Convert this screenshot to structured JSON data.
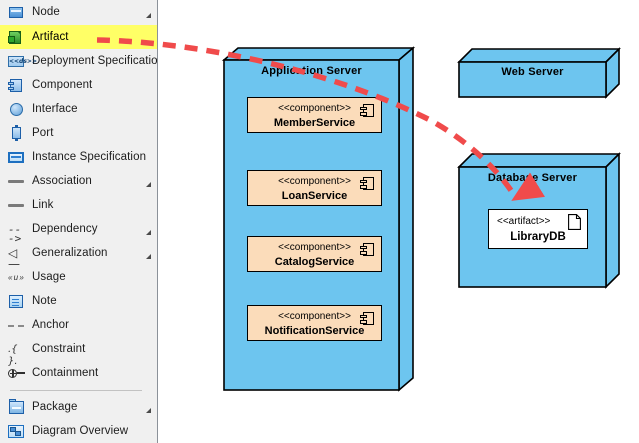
{
  "palette": {
    "items": [
      {
        "label": "Node",
        "icon": "node-icon",
        "expandable": true,
        "selected": false
      },
      {
        "label": "Artifact",
        "icon": "artifact-icon",
        "expandable": false,
        "selected": true
      },
      {
        "label": "Deployment Specification",
        "icon": "deployment-specification-icon",
        "expandable": false,
        "selected": false
      },
      {
        "label": "Component",
        "icon": "component-icon",
        "expandable": false,
        "selected": false
      },
      {
        "label": "Interface",
        "icon": "interface-icon",
        "expandable": false,
        "selected": false
      },
      {
        "label": "Port",
        "icon": "port-icon",
        "expandable": false,
        "selected": false
      },
      {
        "label": "Instance Specification",
        "icon": "instance-specification-icon",
        "expandable": false,
        "selected": false
      },
      {
        "label": "Association",
        "icon": "association-line-icon",
        "expandable": true,
        "selected": false
      },
      {
        "label": "Link",
        "icon": "link-line-icon",
        "expandable": false,
        "selected": false
      },
      {
        "label": "Dependency",
        "icon": "dependency-arrow-icon",
        "expandable": true,
        "selected": false
      },
      {
        "label": "Generalization",
        "icon": "generalization-arrow-icon",
        "expandable": true,
        "selected": false
      },
      {
        "label": "Usage",
        "icon": "usage-icon",
        "expandable": false,
        "selected": false
      },
      {
        "label": "Note",
        "icon": "note-icon",
        "expandable": false,
        "selected": false
      },
      {
        "label": "Anchor",
        "icon": "anchor-dashed-icon",
        "expandable": false,
        "selected": false
      },
      {
        "label": "Constraint",
        "icon": "constraint-icon",
        "expandable": false,
        "selected": false
      },
      {
        "label": "Containment",
        "icon": "containment-icon",
        "expandable": false,
        "selected": false
      },
      {
        "label": "Package",
        "icon": "package-icon",
        "expandable": true,
        "selected": false
      },
      {
        "label": "Diagram Overview",
        "icon": "diagram-overview-icon",
        "expandable": false,
        "selected": false
      }
    ],
    "deployment_specification_icon_text": "<<ds>>",
    "dependency_icon_text": "--->",
    "generalization_icon_text": "◁—",
    "usage_icon_text": "« u »",
    "constraint_icon_text": ".{ }.",
    "selection_highlight_color": "#ffff66",
    "background_color": "#f0f0f0"
  },
  "canvas": {
    "background_color": "#ffffff",
    "node_fill_color": "#6dc5ef",
    "component_fill_color": "#fbdcba",
    "artifact_fill_color": "#ffffff",
    "arrow_color": "#f04b4b",
    "nodes": [
      {
        "name": "Application Server",
        "components": [
          {
            "stereotype": "<<component>>",
            "name": "MemberService"
          },
          {
            "stereotype": "<<component>>",
            "name": "LoanService"
          },
          {
            "stereotype": "<<component>>",
            "name": "CatalogService"
          },
          {
            "stereotype": "<<component>>",
            "name": "NotificationService"
          }
        ]
      },
      {
        "name": "Web Server",
        "components": []
      },
      {
        "name": "Database Server",
        "artifacts": [
          {
            "stereotype": "<<artifact>>",
            "name": "LibraryDB"
          }
        ]
      }
    ]
  }
}
